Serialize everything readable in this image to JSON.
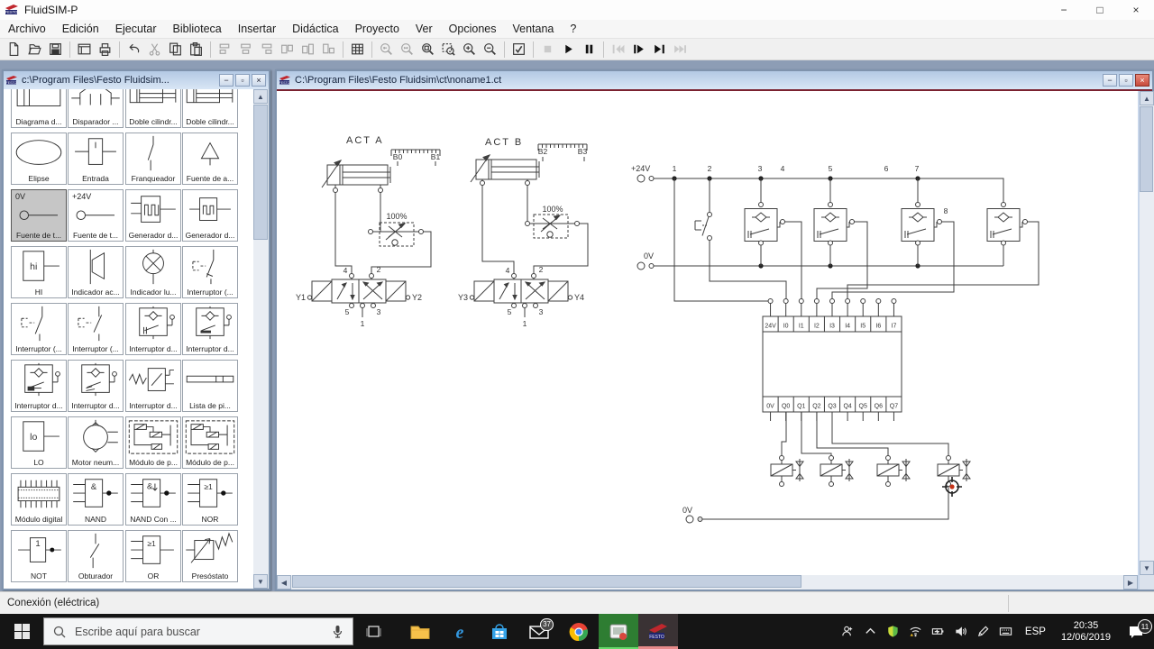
{
  "app": {
    "title": "FluidSIM-P"
  },
  "menus": [
    "Archivo",
    "Edición",
    "Ejecutar",
    "Biblioteca",
    "Insertar",
    "Didáctica",
    "Proyecto",
    "Ver",
    "Opciones",
    "Ventana",
    "?"
  ],
  "toolbar": [
    {
      "name": "new-file"
    },
    {
      "name": "open-file"
    },
    {
      "name": "save-file"
    },
    {
      "sep": true
    },
    {
      "name": "new-window"
    },
    {
      "name": "print"
    },
    {
      "sep": true
    },
    {
      "name": "undo"
    },
    {
      "name": "cut",
      "disabled": true
    },
    {
      "name": "copy"
    },
    {
      "name": "paste"
    },
    {
      "sep": true
    },
    {
      "name": "align-left",
      "disabled": true
    },
    {
      "name": "align-middle",
      "disabled": true
    },
    {
      "name": "align-right",
      "disabled": true
    },
    {
      "name": "align-top",
      "disabled": true
    },
    {
      "name": "align-center",
      "disabled": true
    },
    {
      "name": "align-bottom",
      "disabled": true
    },
    {
      "sep": true
    },
    {
      "name": "grid"
    },
    {
      "sep": true
    },
    {
      "name": "zoom-previous",
      "disabled": true
    },
    {
      "name": "zoom-extents",
      "disabled": true
    },
    {
      "name": "zoom-fit"
    },
    {
      "name": "zoom-rect"
    },
    {
      "name": "zoom-in"
    },
    {
      "name": "zoom-out"
    },
    {
      "sep": true
    },
    {
      "name": "check-circuit"
    },
    {
      "sep": true
    },
    {
      "name": "stop",
      "disabled": true
    },
    {
      "name": "play"
    },
    {
      "name": "pause"
    },
    {
      "sep": true
    },
    {
      "name": "step-into",
      "disabled": true
    },
    {
      "name": "step"
    },
    {
      "name": "to-end"
    },
    {
      "name": "fast-forward",
      "disabled": true
    }
  ],
  "library": {
    "title": "c:\\Program Files\\Festo Fluidsim...",
    "items": [
      {
        "label": "Diagrama d...",
        "icon": "diagram"
      },
      {
        "label": "Disparador ...",
        "icon": "trigger"
      },
      {
        "label": "Doble cilindr...",
        "icon": "cylinder"
      },
      {
        "label": "Doble cilindr...",
        "icon": "cylinder2"
      },
      {
        "label": "Elipse",
        "icon": "ellipse"
      },
      {
        "label": "Entrada",
        "icon": "input"
      },
      {
        "label": "Franqueador",
        "icon": "breaker"
      },
      {
        "label": "Fuente de a...",
        "icon": "airsource"
      },
      {
        "label": "Fuente de t...",
        "icon": "vsource",
        "tag": "0V",
        "selected": true
      },
      {
        "label": "Fuente de t...",
        "icon": "vsource",
        "tag": "+24V"
      },
      {
        "label": "Generador d...",
        "icon": "generator"
      },
      {
        "label": "Generador d...",
        "icon": "generator2"
      },
      {
        "label": "HI",
        "icon": "gbox",
        "glyph": "hi"
      },
      {
        "label": "Indicador ac...",
        "icon": "buzzer"
      },
      {
        "label": "Indicador lu...",
        "icon": "lamp"
      },
      {
        "label": "Interruptor (...",
        "icon": "switch_e1"
      },
      {
        "label": "Interruptor (...",
        "icon": "switch_e2"
      },
      {
        "label": "Interruptor (...",
        "icon": "switch_e3"
      },
      {
        "label": "Interruptor d...",
        "icon": "prox1"
      },
      {
        "label": "Interruptor d...",
        "icon": "prox2"
      },
      {
        "label": "Interruptor d...",
        "icon": "prox3"
      },
      {
        "label": "Interruptor d...",
        "icon": "prox4"
      },
      {
        "label": "Interruptor d...",
        "icon": "proxvalve"
      },
      {
        "label": "Lista de pi...",
        "icon": "partlist"
      },
      {
        "label": "LO",
        "icon": "gbox",
        "glyph": "lo"
      },
      {
        "label": "Motor neum...",
        "icon": "motor"
      },
      {
        "label": "Módulo de p...",
        "icon": "module_p"
      },
      {
        "label": "Módulo de p...",
        "icon": "module_p"
      },
      {
        "label": "Módulo digital",
        "icon": "module_d"
      },
      {
        "label": "NAND",
        "icon": "nand",
        "glyph": "&"
      },
      {
        "label": "NAND Con ...",
        "icon": "nandc",
        "glyph": "&"
      },
      {
        "label": "NOR",
        "icon": "nor",
        "glyph": "≥1"
      },
      {
        "label": "NOT",
        "icon": "notg",
        "glyph": "1"
      },
      {
        "label": "Obturador",
        "icon": "shutter"
      },
      {
        "label": "OR",
        "icon": "org",
        "glyph": "≥1"
      },
      {
        "label": "Presóstato",
        "icon": "pressostat"
      }
    ]
  },
  "editor": {
    "title": "C:\\Program Files\\Festo Fluidsim\\ct\\noname1.ct",
    "circuit": {
      "actA": {
        "name": "ACT A",
        "s0": "B0",
        "s1": "B1",
        "flow": "100%",
        "solL": "Y1",
        "solR": "Y2",
        "p4": "4",
        "p2": "2",
        "p5": "5",
        "p3": "3",
        "p1": "1"
      },
      "actB": {
        "name": "ACT B",
        "s0": "B2",
        "s1": "B3",
        "flow": "100%",
        "solL": "Y3",
        "solR": "Y4",
        "p4": "4",
        "p2": "2",
        "p5": "5",
        "p3": "3",
        "p1": "1"
      },
      "rail24": "+24V",
      "rail0": "0V",
      "rail0b": "0V",
      "nums": [
        "1",
        "2",
        "3",
        "4",
        "5",
        "6",
        "7",
        "8"
      ],
      "plc_in": [
        "24V",
        "I0",
        "I1",
        "I2",
        "I3",
        "I4",
        "I5",
        "I6",
        "I7"
      ],
      "plc_out": [
        "0V",
        "Q0",
        "Q1",
        "Q2",
        "Q3",
        "Q4",
        "Q5",
        "Q6",
        "Q7"
      ]
    }
  },
  "status": {
    "text": "Conexión (eléctrica)"
  },
  "taskbar": {
    "search": "Escribe aquí para buscar",
    "apps": [
      "file-explorer",
      "edge",
      "store",
      "mail",
      "chrome",
      "screen-recorder",
      "fluidsim"
    ],
    "tray": [
      "people",
      "chevron-up",
      "defender",
      "wifi",
      "battery",
      "speaker",
      "pen",
      "touch-keyboard"
    ],
    "mail_badge": "37",
    "lang": "ESP",
    "time": "20:35",
    "date": "12/06/2019",
    "notif": "11"
  }
}
